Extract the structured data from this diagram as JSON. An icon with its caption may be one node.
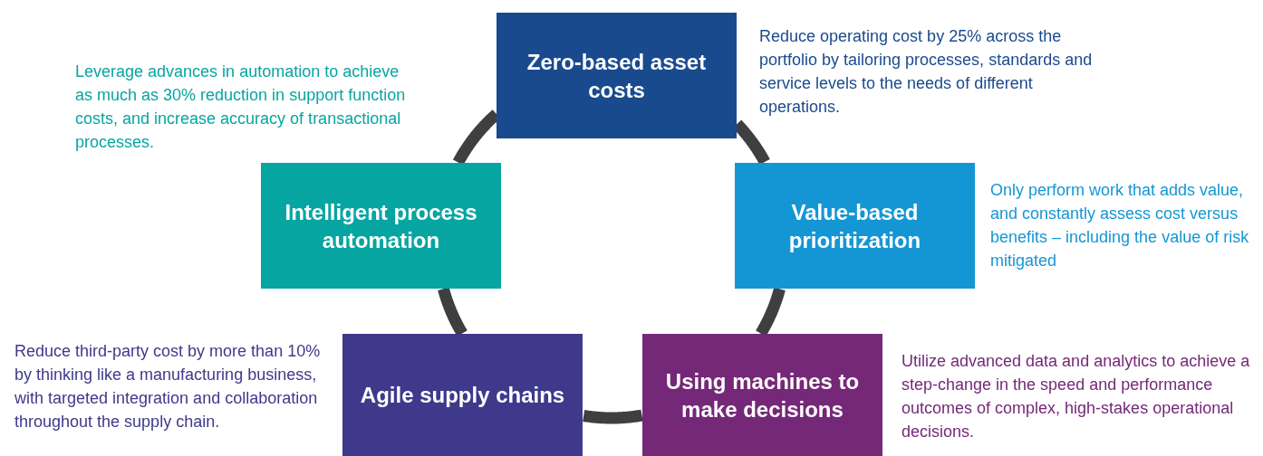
{
  "diagram": {
    "nodes": [
      {
        "text": [
          "Zero-based asset costs"
        ],
        "beside": [
          "Reduce operating cost by 25% across the portfolio by tailoring processes, standards and service levels to the needs of different operations."
        ]
      },
      {
        "text": [
          "Intelligent process automation"
        ],
        "beside": [
          "Leverage advances in automation to achieve as much as 30% reduction in support function costs, and increase accuracy of transactional processes."
        ]
      },
      {
        "text": [
          "Value-based prioritization"
        ],
        "beside": [
          "Only perform work that adds value, and constantly assess cost versus benefits – including the value of risk mitigated"
        ]
      },
      {
        "text": [
          "Agile supply chains"
        ],
        "beside": [
          "Reduce third-party cost by more than 10% by thinking like a manufacturing business, with targeted integration and collaboration throughout the supply chain."
        ]
      },
      {
        "text": [
          "Using machines to make decisions"
        ],
        "beside": [
          "Utilize advanced data and analytics to achieve a step-change in the speed and performance outcomes of complex, high-stakes operational decisions."
        ]
      }
    ],
    "edges": [
      {
        "from": 0,
        "to": 2,
        "arrow": "none"
      },
      {
        "from": 2,
        "to": 4,
        "arrow": "none"
      },
      {
        "from": 4,
        "to": 3,
        "arrow": "none"
      },
      {
        "from": 3,
        "to": 1,
        "arrow": "none"
      },
      {
        "from": 1,
        "to": 0,
        "arrow": "none"
      }
    ]
  }
}
